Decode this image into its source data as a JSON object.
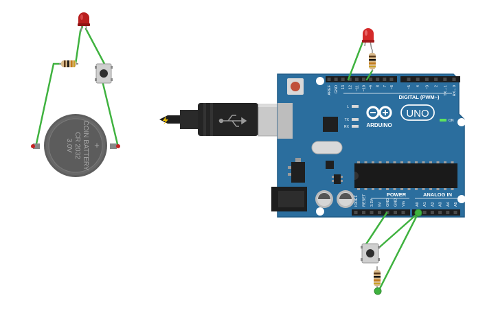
{
  "coin_battery": {
    "brand": "COIN BATTERY",
    "model": "CR 2032",
    "voltage": "3.0V",
    "polarity": "+"
  },
  "arduino": {
    "model_label": "UNO",
    "brand_label": "ARDUINO",
    "digital_header_label": "DIGITAL (PWM~)",
    "power_header_label": "POWER",
    "analog_header_label": "ANALOG IN",
    "on_label": "ON",
    "l_led_label": "L",
    "tx_label": "TX",
    "rx_label": "RX",
    "digital_pins": [
      "AREF",
      "GND",
      "13",
      "12",
      "~11",
      "~10",
      "~9",
      "8",
      "7",
      "~6",
      "~5",
      "4",
      "~3",
      "2",
      "TX→1",
      "RX←0"
    ],
    "power_pins": [
      "IOREF",
      "RESET",
      "3.3V",
      "5V",
      "GND",
      "GND",
      "Vin"
    ],
    "analog_pins": [
      "A0",
      "A1",
      "A2",
      "A3",
      "A4",
      "A5"
    ]
  },
  "colors": {
    "board": "#2b6e9e",
    "board_edge": "#1f5a85",
    "wire": "#3fb23f",
    "led_red": "#d42a2a",
    "cable": "#2a2a2a",
    "connector": "#c9c9c9",
    "battery_body": "#5e5e5e",
    "resistor_body": "#d8b98a"
  }
}
